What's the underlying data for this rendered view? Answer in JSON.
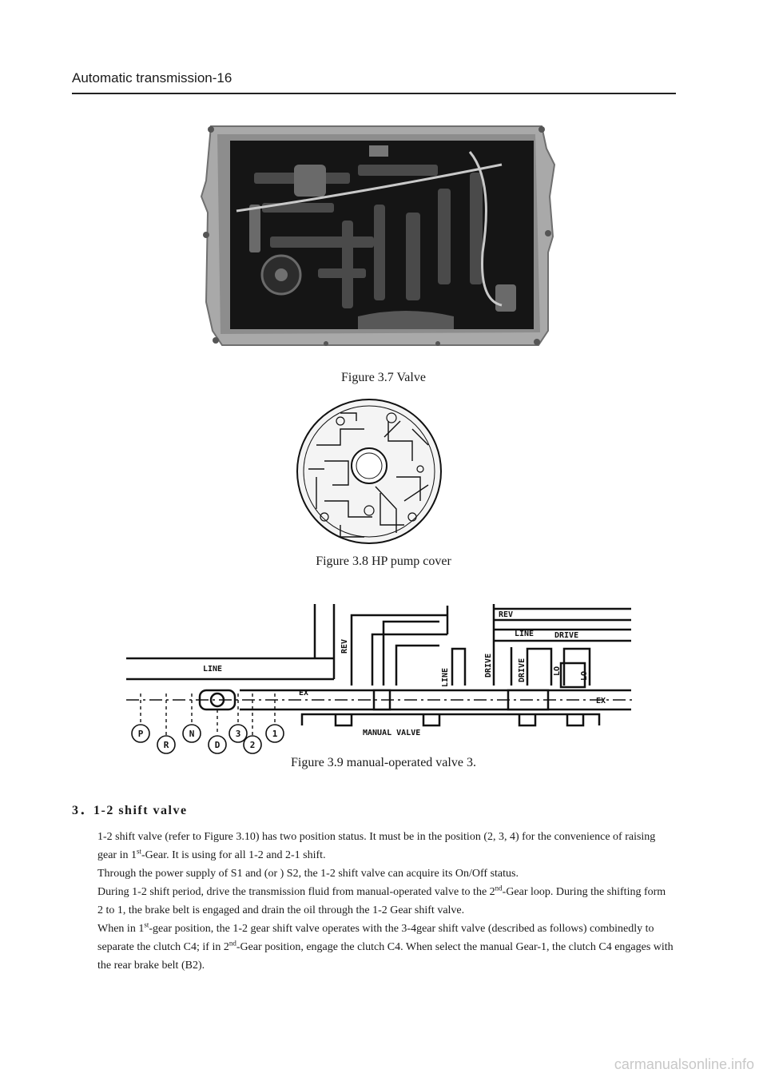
{
  "header": {
    "title": "Automatic transmission-16"
  },
  "figures": {
    "fig37": {
      "caption": "Figure 3.7 Valve"
    },
    "fig38": {
      "caption": "Figure 3.8  HP pump cover"
    },
    "fig39": {
      "caption": "Figure 3.9 manual-operated valve 3.",
      "labels": {
        "line_main": "LINE",
        "rev_left": "REV",
        "rev_top": "REV",
        "line_top": "LINE",
        "drive_top": "DRIVE",
        "ex_left": "EX",
        "line_vert": "LINE",
        "drive_v1": "DRIVE",
        "drive_v2": "DRIVE",
        "lo1": "LO",
        "lo2": "LO",
        "ex_right": "EX",
        "manual_valve": "MANUAL VALVE"
      },
      "positions": [
        "P",
        "R",
        "N",
        "D",
        "3",
        "2",
        "1"
      ]
    }
  },
  "section": {
    "title": "3．1-2 shift valve",
    "p1_l1": "1-2 shift valve  (refer to Figure 3.10) has two position status. It must be in the position (2, 3, 4) for the convenience of raising",
    "p1_l2a": "gear in 1",
    "p1_l2sup": "st",
    "p1_l2b": "-Gear. It is using for all 1-2 and 2-1 shift.",
    "p2": "Through the power supply of S1 and (or ) S2, the 1-2 shift valve can acquire its On/Off status.",
    "p3_l1a": "During 1-2 shift period, drive the transmission fluid from manual-operated valve to the 2",
    "p3_l1sup": "nd",
    "p3_l1b": "-Gear loop. During the shifting form",
    "p3_l2": "2 to 1, the brake belt is engaged and drain the oil through the 1-2 Gear shift valve.",
    "p4_l1a": "When in 1",
    "p4_l1sup": "st",
    "p4_l1b": "-gear position, the 1-2 gear shift valve operates with the 3-4gear shift valve (described as follows) combinedly to",
    "p4_l2a": "separate the clutch C4; if in 2",
    "p4_l2sup": "nd",
    "p4_l2b": "-Gear position, engage the clutch C4. When select the manual Gear-1, the clutch C4 engages with",
    "p4_l3": "the rear brake belt  (B2)."
  },
  "watermark": "carmanualsonline.info"
}
